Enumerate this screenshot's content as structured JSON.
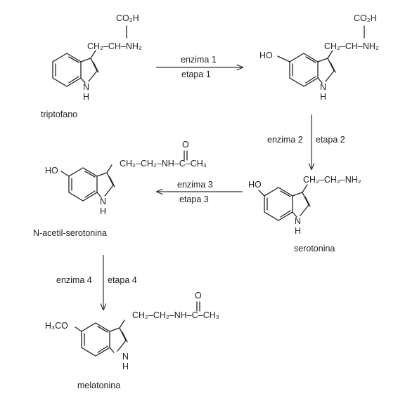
{
  "compounds": {
    "tryptophan": {
      "name": "triptofano",
      "side_chain": "CH₂–CH–NH₂",
      "acid_group": "CO₂H",
      "ring_nh": "N",
      "ring_h": "H"
    },
    "hydroxytryptophan": {
      "side_chain": "CH₂–CH–NH₂",
      "acid_group": "CO₂H",
      "substituent": "HO",
      "ring_nh": "N",
      "ring_h": "H"
    },
    "serotonin": {
      "name": "serotonina",
      "side_chain": "CH₂–CH₂–NH₂",
      "substituent": "HO",
      "ring_nh": "N",
      "ring_h": "H"
    },
    "n_acetyl_serotonin": {
      "name": "N-acetil-serotonina",
      "side_chain": "CH₂–CH₂–NH–C–CH₃",
      "carbonyl_o": "O",
      "substituent": "HO",
      "ring_nh": "N",
      "ring_h": "H"
    },
    "melatonin": {
      "name": "melatonina",
      "side_chain": "CH₂–CH₂–NH–C–CH₃",
      "carbonyl_o": "O",
      "substituent": "H₃CO",
      "ring_nh": "N",
      "ring_h": "H"
    }
  },
  "steps": [
    {
      "enzyme": "enzima 1",
      "step": "etapa 1"
    },
    {
      "enzyme": "enzima 2",
      "step": "etapa 2"
    },
    {
      "enzyme": "enzima 3",
      "step": "etapa 3"
    },
    {
      "enzyme": "enzima 4",
      "step": "etapa 4"
    }
  ]
}
